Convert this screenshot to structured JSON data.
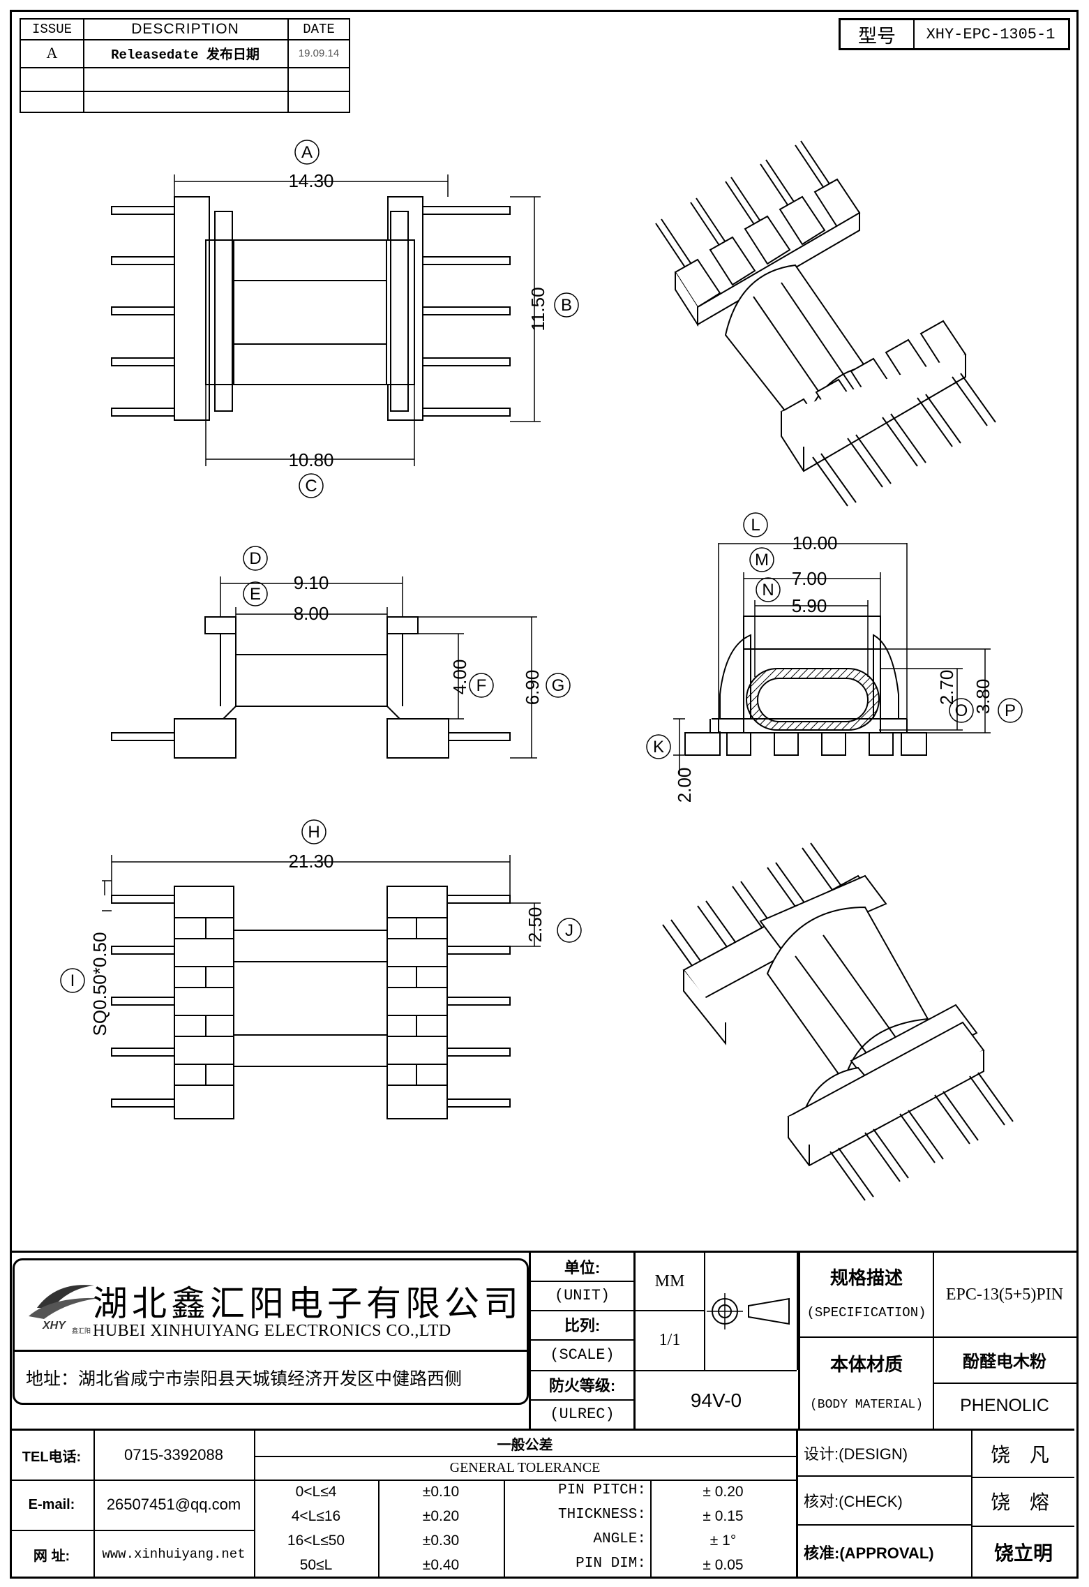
{
  "revision_table": {
    "headers": [
      "ISSUE",
      "DESCRIPTION",
      "DATE"
    ],
    "rows": [
      {
        "issue": "A",
        "description": "Releasedate 发布日期",
        "date": "19.09.14"
      },
      {
        "issue": "",
        "description": "",
        "date": ""
      },
      {
        "issue": "",
        "description": "",
        "date": ""
      }
    ]
  },
  "model_box": {
    "label": "型号",
    "value": "XHY-EPC-1305-1"
  },
  "dimensions": {
    "A": "14.30",
    "B": "11.50",
    "C": "10.80",
    "D": "9.10",
    "E": "8.00",
    "F": "4.00",
    "G": "6.90",
    "H": "21.30",
    "I": "SQ0.50*0.50",
    "J": "2.50",
    "K": "2.00",
    "L": "10.00",
    "M": "7.00",
    "N": "5.90",
    "O": "2.70",
    "P": "3.80"
  },
  "company": {
    "name_cn": "湖北鑫汇阳电子有限公司",
    "name_en": "HUBEI XINHUIYANG ELECTRONICS CO.,LTD",
    "address": "地址：湖北省咸宁市崇阳县天城镇经济开发区中健路西侧",
    "logo_text": "XHY",
    "logo_sub": "鑫汇阳"
  },
  "spec": {
    "unit_cn": "单位:",
    "unit_en": "(UNIT)",
    "unit_value": "MM",
    "scale_cn": "比列:",
    "scale_en": "(SCALE)",
    "scale_value": "1/1",
    "ul_cn": "防火等级:",
    "ul_en": "(ULREC)",
    "ul_value": "94V-0",
    "spec_cn": "规格描述",
    "spec_en": "(SPECIFICATION)",
    "spec_value": "EPC-13(5+5)PIN",
    "material_cn": "本体材质",
    "material_en": "(BODY MATERIAL)",
    "material_value_cn": "酚醛电木粉",
    "material_value_en": "PHENOLIC"
  },
  "contact": {
    "tel_label": "TEL电话:",
    "tel": "0715-3392088",
    "email_label": "E-mail:",
    "email": "26507451@qq.com",
    "web_label": "网 址:",
    "web": "www.xinhuiyang.net"
  },
  "tolerance": {
    "title_cn": "一般公差",
    "title_en": "GENERAL TOLERANCE",
    "ranges": [
      {
        "range": "0<L≤4",
        "tol": "±0.10"
      },
      {
        "range": "4<L≤16",
        "tol": "±0.20"
      },
      {
        "range": "16<L≤50",
        "tol": "±0.30"
      },
      {
        "range": "50≤L",
        "tol": "±0.40"
      }
    ],
    "items": [
      {
        "label": "PIN PITCH:",
        "value": "± 0.20"
      },
      {
        "label": "THICKNESS:",
        "value": "± 0.15"
      },
      {
        "label": "ANGLE:",
        "value": "± 1°"
      },
      {
        "label": "PIN DIM:",
        "value": "± 0.05"
      }
    ]
  },
  "approval": {
    "design_label": "设计:(DESIGN)",
    "design_name": "饶 凡",
    "check_label": "核对:(CHECK)",
    "check_name": "饶 熔",
    "approve_label": "核准:(APPROVAL)",
    "approve_name": "饶立明"
  }
}
